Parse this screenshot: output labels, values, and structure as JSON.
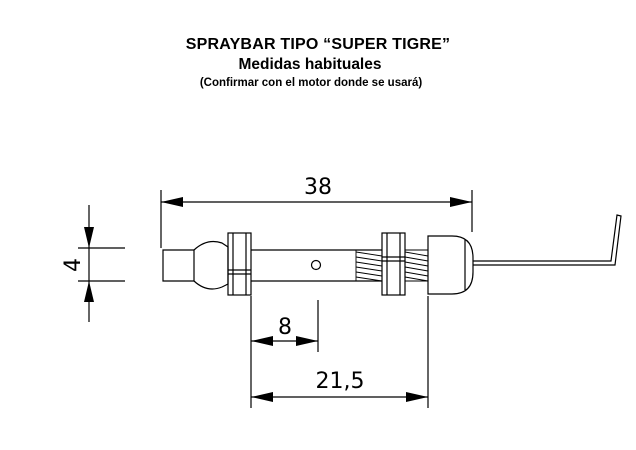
{
  "header": {
    "title": "SPRAYBAR TIPO “SUPER TIGRE”",
    "subtitle": "Medidas habituales",
    "note": "(Confirmar con el motor donde se usará)"
  },
  "dimensions": {
    "overall_length": "38",
    "diameter": "4",
    "hole_offset": "8",
    "thread_length": "21,5"
  },
  "colors": {
    "line": "#000000",
    "background": "#ffffff"
  }
}
